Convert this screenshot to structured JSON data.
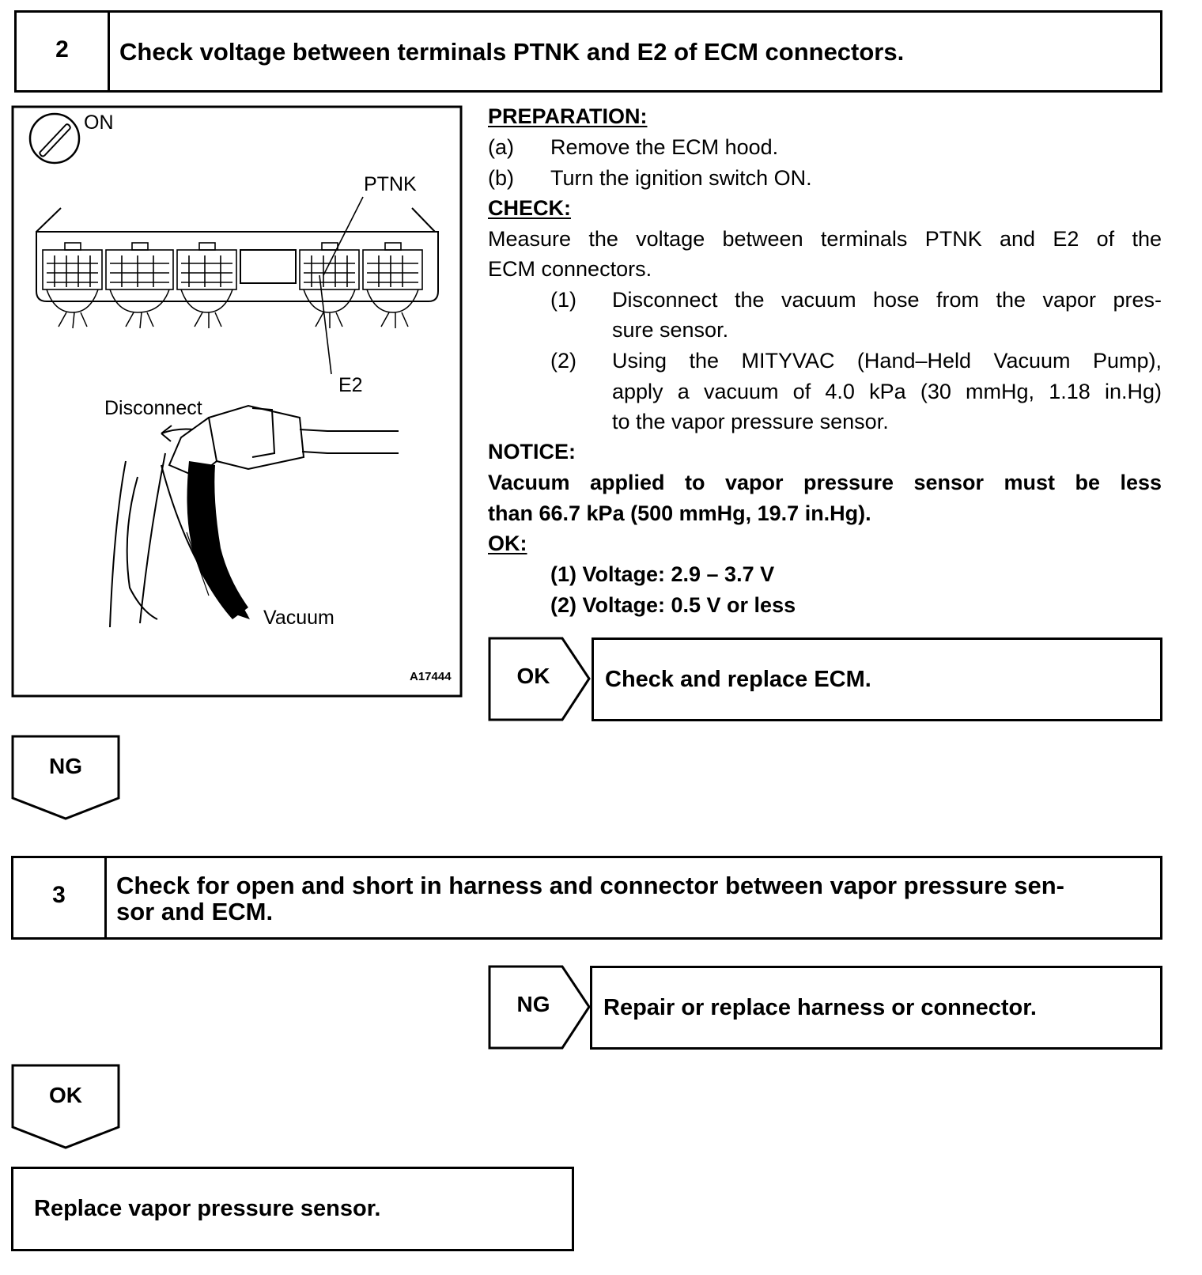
{
  "step2": {
    "number": "2",
    "title": "Check voltage between terminals PTNK and E2 of ECM connectors."
  },
  "figure": {
    "ignition_label": "ON",
    "ptnk_label": "PTNK",
    "e2_label": "E2",
    "disconnect_label": "Disconnect",
    "vacuum_label": "Vacuum",
    "figure_id": "A17444"
  },
  "preparation": {
    "heading": "PREPARATION:",
    "items": [
      {
        "marker": "(a)",
        "text": "Remove the ECM hood."
      },
      {
        "marker": "(b)",
        "text": "Turn the ignition switch ON."
      }
    ]
  },
  "check": {
    "heading": "CHECK:",
    "text_line1": "Measure the voltage between terminals PTNK and E2 of the",
    "text_line2": "ECM connectors.",
    "sub1_marker": "(1)",
    "sub1_line1": "Disconnect the vacuum hose from the vapor pres-",
    "sub1_line2": "sure sensor.",
    "sub2_marker": "(2)",
    "sub2_line1": "Using the MITYVAC (Hand–Held Vacuum Pump),",
    "sub2_line2": "apply a vacuum of 4.0 kPa (30 mmHg, 1.18 in.Hg)",
    "sub2_line3": "to the vapor pressure sensor."
  },
  "notice": {
    "heading": "NOTICE:",
    "line1": "Vacuum applied to vapor pressure sensor must be less",
    "line2": "than 66.7 kPa (500 mmHg, 19.7 in.Hg)."
  },
  "ok_spec": {
    "heading": "OK:",
    "line1": "(1) Voltage: 2.9 – 3.7 V",
    "line2": "(2) Voltage: 0.5 V or less"
  },
  "result_ok": {
    "label": "OK",
    "action": "Check and replace ECM."
  },
  "branch_ng": {
    "label": "NG"
  },
  "step3": {
    "number": "3",
    "title_line1": "Check for open and short in harness and connector between vapor pressure sen-",
    "title_line2": "sor and ECM."
  },
  "result_ng": {
    "label": "NG",
    "action": "Repair or replace harness or connector."
  },
  "branch_ok": {
    "label": "OK"
  },
  "final": {
    "action": "Replace vapor pressure sensor."
  }
}
